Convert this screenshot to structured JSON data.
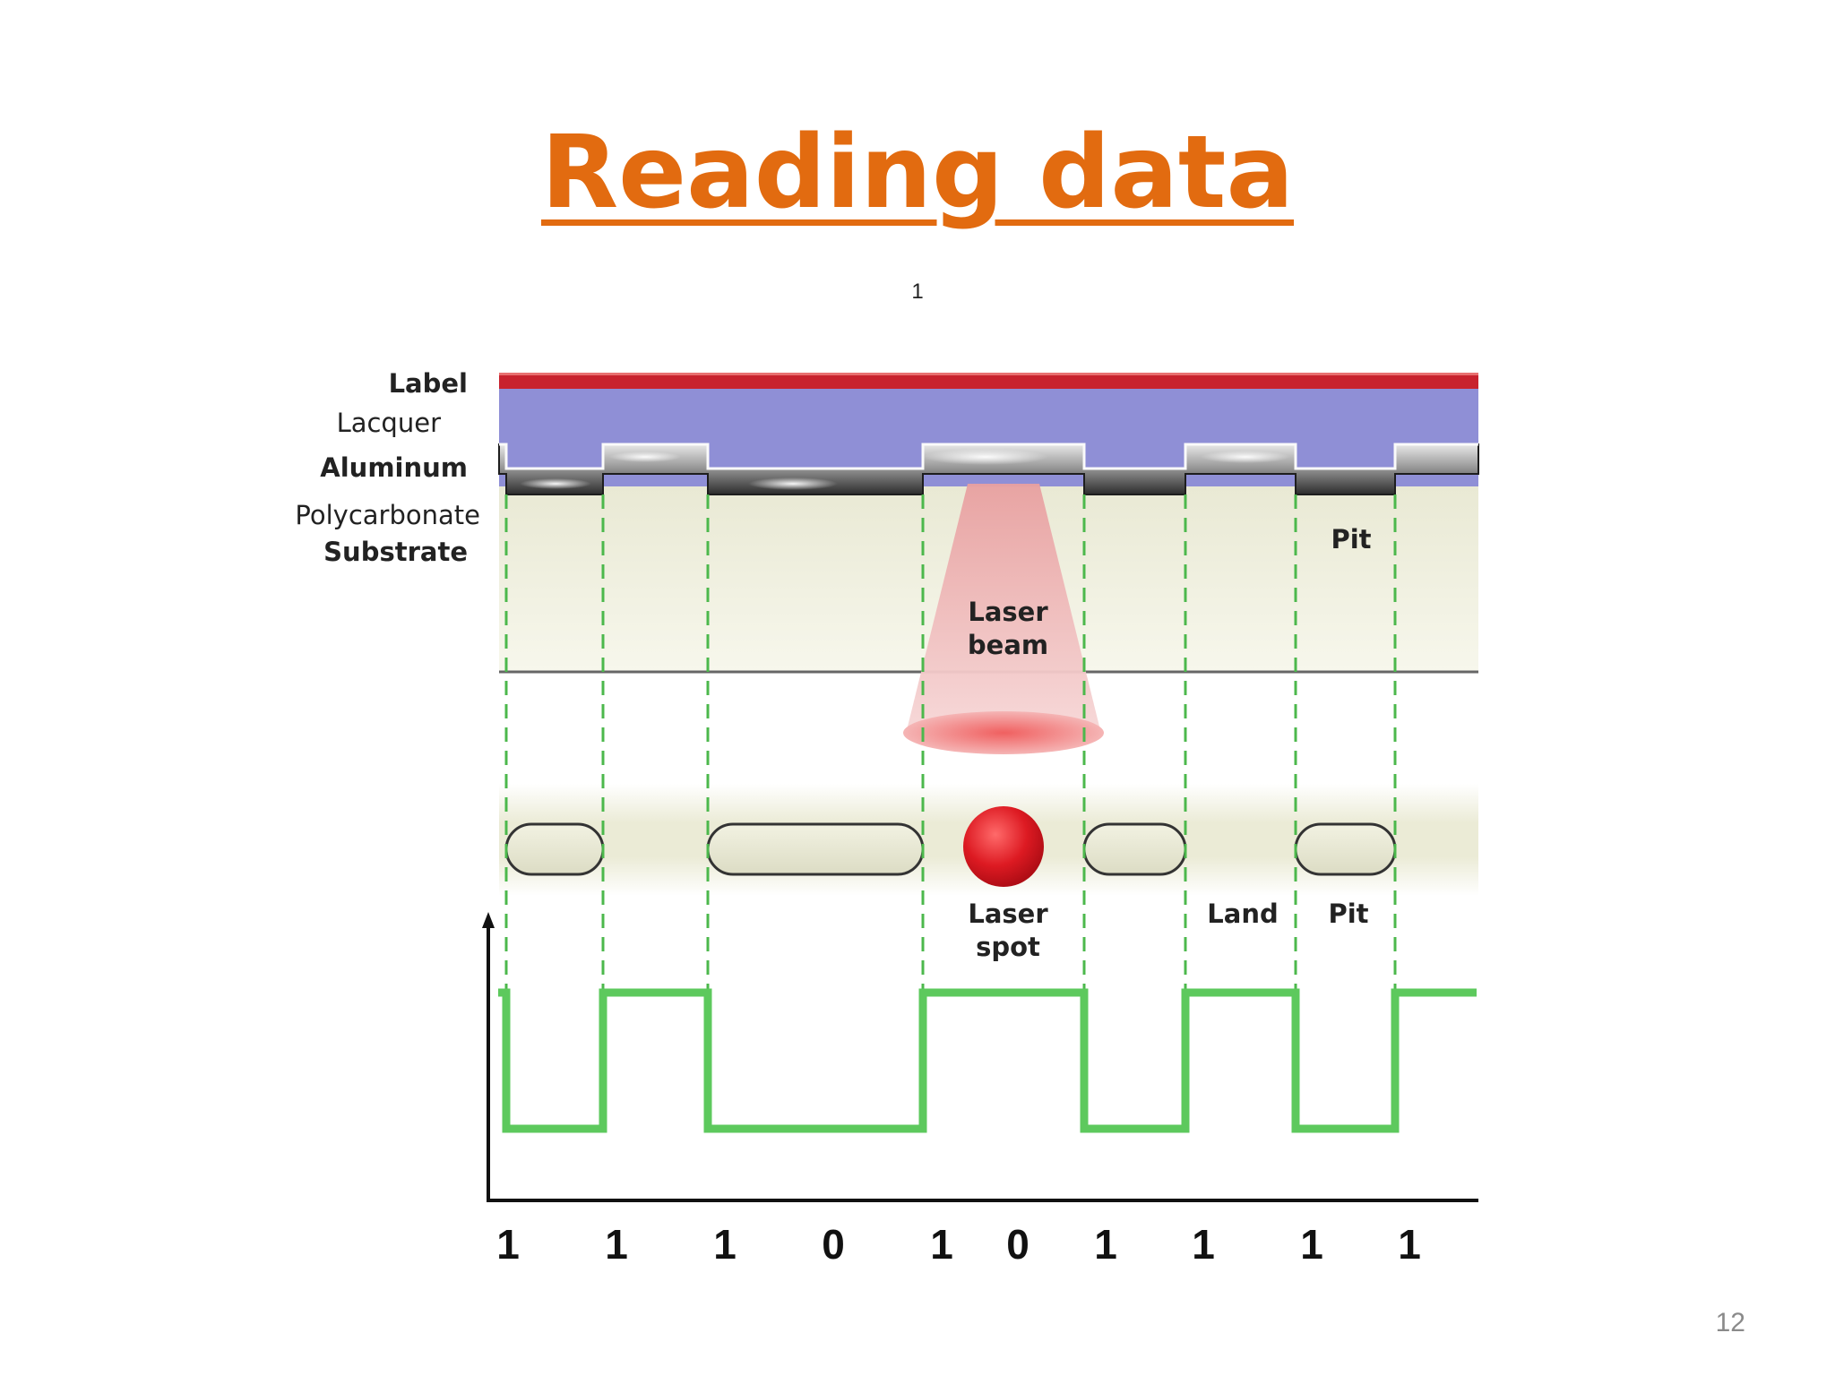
{
  "slide": {
    "title": "Reading data",
    "footnote_marker": "1",
    "page_number": "12"
  },
  "diagram": {
    "layer_labels": {
      "label": "Label",
      "lacquer": "Lacquer",
      "aluminum": "Aluminum",
      "polycarbonate": "Polycarbonate",
      "substrate": "Substrate"
    },
    "pit_label_top": "Pit",
    "laser_beam": [
      "Laser",
      "beam"
    ],
    "laser_spot": [
      "Laser",
      "spot"
    ],
    "land_label": "Land",
    "pit_label_bottom": "Pit",
    "bits": [
      "1",
      "1",
      "1",
      "0",
      "1",
      "0",
      "1",
      "1",
      "1",
      "1"
    ],
    "colors": {
      "title": "#E26B10",
      "label_layer": "#C8222E",
      "lacquer": "#8F8FD6",
      "signal": "#5DC95D",
      "guide_lines": "#4CB84C",
      "laser": "#E0202A"
    }
  }
}
